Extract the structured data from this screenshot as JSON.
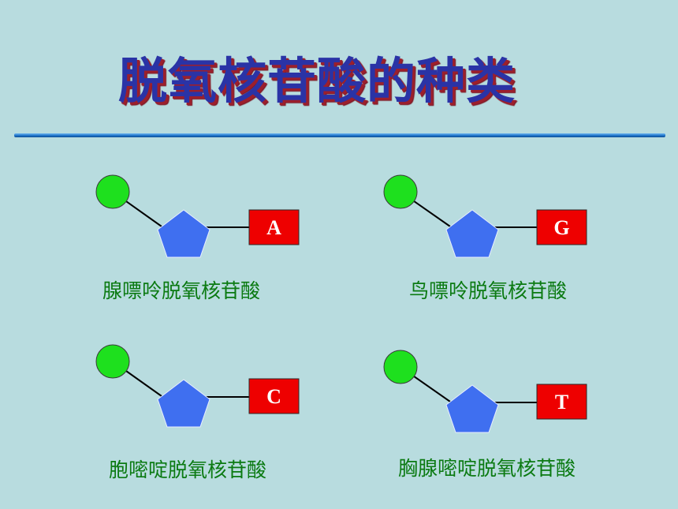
{
  "title": "脱氧核苷酸的种类",
  "colors": {
    "background": "#b8dcdf",
    "title": "#2a33a6",
    "title_shadow": "#9c1f2c",
    "phosphate": "#1ee01e",
    "sugar": "#3f6ff0",
    "base": "#ee0000",
    "label": "#0b7a12"
  },
  "nucleotides": [
    {
      "base": "A",
      "label": "腺嘌呤脱氧核苷酸"
    },
    {
      "base": "G",
      "label": "鸟嘌呤脱氧核苷酸"
    },
    {
      "base": "C",
      "label": "胞嘧啶脱氧核苷酸"
    },
    {
      "base": "T",
      "label": "胸腺嘧啶脱氧核苷酸"
    }
  ]
}
